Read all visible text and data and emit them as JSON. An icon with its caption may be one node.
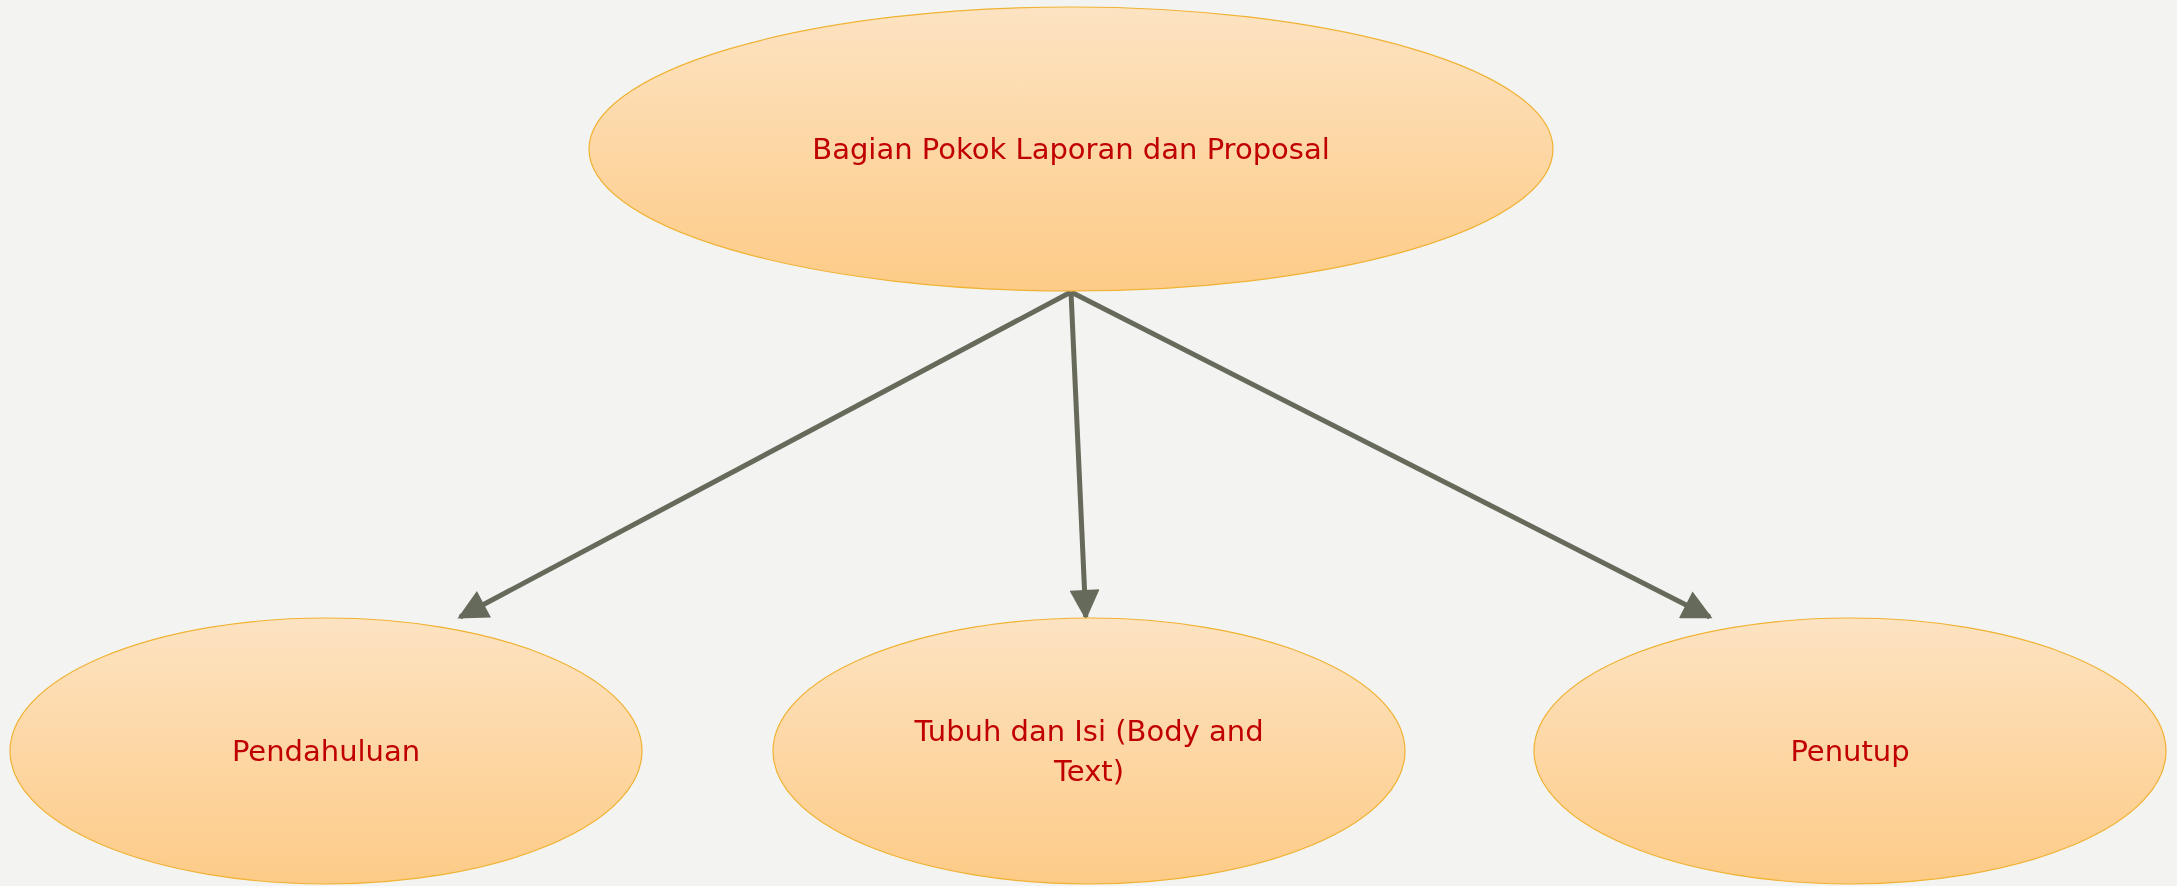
{
  "diagram": {
    "nodes": [
      {
        "text": [
          "Bagian Pokok Laporan dan Proposal"
        ]
      },
      {
        "text": [
          "Pendahuluan"
        ]
      },
      {
        "text": [
          "Tubuh dan Isi (Body and Text)"
        ]
      },
      {
        "text": [
          "Penutup"
        ]
      }
    ],
    "edges": [
      {
        "from": 0,
        "to": 1,
        "arrow": "to"
      },
      {
        "from": 0,
        "to": 2,
        "arrow": "to"
      },
      {
        "from": 0,
        "to": 3,
        "arrow": "to"
      }
    ]
  }
}
